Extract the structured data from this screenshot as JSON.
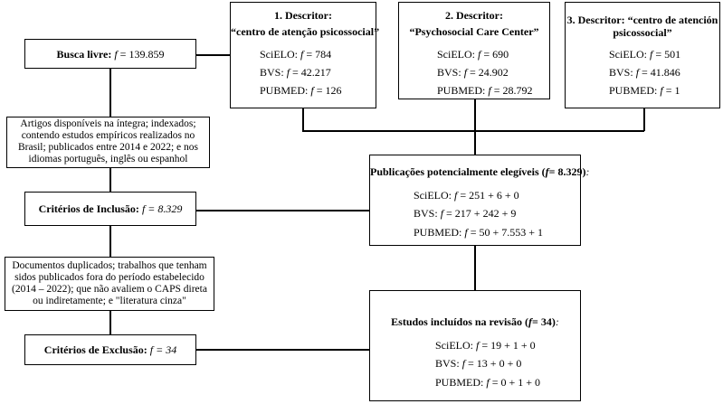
{
  "descritor1": {
    "title": "1.   Descritor:",
    "subtitle": "“centro de atenção psicossocial”",
    "rows": [
      {
        "db": "SciELO:",
        "f": "f",
        "val": "= 784"
      },
      {
        "db": "BVS:",
        "f": "f",
        "val": "= 42.217"
      },
      {
        "db": "PUBMED:",
        "f": "f",
        "val": "= 126"
      }
    ]
  },
  "descritor2": {
    "title": "2. Descritor:",
    "subtitle": "“Psychosocial Care Center”",
    "rows": [
      {
        "db": "SciELO:",
        "f": "f",
        "val": "= 690"
      },
      {
        "db": "BVS:",
        "f": "f",
        "val": "= 24.902"
      },
      {
        "db": "PUBMED:",
        "f": "f",
        "val": "= 28.792"
      }
    ]
  },
  "descritor3": {
    "title_line1": "3. Descritor: “centro de atención",
    "title_line2": "psicossocial”",
    "rows": [
      {
        "db": "SciELO:",
        "f": "f",
        "val": "= 501"
      },
      {
        "db": "BVS:",
        "f": "f",
        "val": "= 41.846"
      },
      {
        "db": "PUBMED:",
        "f": "f",
        "val": "= 1"
      }
    ]
  },
  "busca": {
    "label": "Busca livre:",
    "f": "f",
    "val": "= 139.859"
  },
  "filtro": {
    "lines": [
      "Artigos disponíveis na íntegra; indexados;",
      "contendo estudos empíricos realizados no",
      "Brasil; publicados entre 2014 e 2022; e nos",
      "idiomas português, inglês ou espanhol"
    ]
  },
  "inclusao": {
    "label": "Critérios de Inclusão:",
    "f": "f",
    "val": "= 8.329"
  },
  "exclusao_desc": {
    "lines": [
      "Documentos duplicados; trabalhos que tenham",
      "sidos publicados fora do período estabelecido",
      "(2014 – 2022); que não avaliem  o CAPS direta",
      "ou indiretamente; e \"literatura  cinza\""
    ]
  },
  "exclusao": {
    "label": "Critérios de Exclusão:",
    "f": "f",
    "val": "= 34"
  },
  "potenciais": {
    "title_pre": "Publicações potencialmente elegíveis (",
    "title_f": "f",
    "title_post": "= 8.329)",
    "title_colon": ":",
    "rows": [
      {
        "db": "SciELO:",
        "f": "f",
        "val": "= 251 + 6 + 0"
      },
      {
        "db": "BVS:",
        "f": "f",
        "val": "= 217 + 242 + 9"
      },
      {
        "db": "PUBMED:",
        "f": "f",
        "val": "= 50 + 7.553 + 1"
      }
    ]
  },
  "incluidos": {
    "title_pre": "Estudos incluídos na revisão (",
    "title_f": "f",
    "title_post": "= 34)",
    "title_colon": ":",
    "rows": [
      {
        "db": "SciELO:",
        "f": "f",
        "val": "= 19 + 1 + 0"
      },
      {
        "db": "BVS:",
        "f": "f",
        "val": "= 13 + 0 + 0"
      },
      {
        "db": "PUBMED:",
        "f": "f",
        "val": "= 0 + 1 + 0"
      }
    ]
  }
}
